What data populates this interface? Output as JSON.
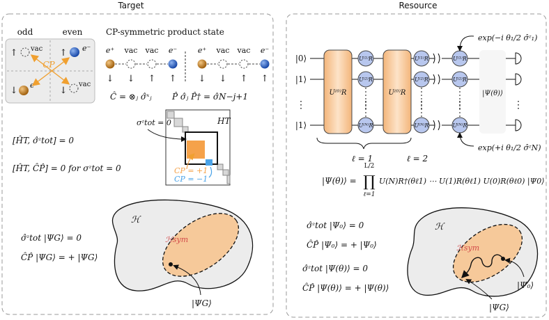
{
  "panels": {
    "target": {
      "title": "Target"
    },
    "resource": {
      "title": "Resource"
    }
  },
  "target": {
    "odd_label": "odd",
    "even_label": "even",
    "inset": {
      "up": "↑",
      "down": "↓",
      "vac": "vac",
      "electron": "e⁻",
      "positron": "e⁺",
      "cp": "CP"
    },
    "product_state_label": "CP-symmetric product state",
    "chain_particles": [
      "e⁺",
      "vac",
      "vac",
      "e⁻",
      "e⁺",
      "vac",
      "vac",
      "e⁻"
    ],
    "chain_spins": [
      "↓",
      "↓",
      "↑",
      "↑",
      "↓",
      "↓",
      "↑",
      "↑"
    ],
    "c_operator": "Ĉ = ⊗ⱼ σ̂ˣⱼ",
    "p_operator": "P̂ σ̂ⱼ P̂† = σ̂N−j+1",
    "comm_sz": "[ĤT, σ̂ᶻtot] = 0",
    "comm_cp": "[ĤT, ĈP̂] = 0  for  σᶻtot = 0",
    "matrix": {
      "label_sz": "σᶻtot = 0",
      "label_h": "HT",
      "cp_plus": "CP = +1",
      "cp_minus": "CP = −1",
      "color_plus": "#f5a24a",
      "color_minus": "#4aa3e8"
    },
    "hilbert": {
      "space": "ℋ",
      "sub": "ℋsym",
      "eq1": "σ̂ᶻtot |ΨG⟩ = 0",
      "eq2": "ĈP̂ |ΨG⟩ = + |ΨG⟩",
      "state": "|ΨG⟩"
    }
  },
  "resource": {
    "inputs": [
      "|0⟩",
      "|1⟩",
      "⋮",
      "|1⟩"
    ],
    "block_label": "U⁽⁰⁾R",
    "layer_labels": [
      "ℓ = 1",
      "ℓ = 2"
    ],
    "col1_gates": [
      "U⁽¹⁾R",
      "U⁽²⁾R",
      "⋮",
      "U⁽ᴺ⁾R"
    ],
    "col3_gates": [
      "U⁽¹⁾R",
      "U⁽²⁾R",
      "⋮",
      "U⁽ᴺ⁾R"
    ],
    "exp_top": "exp(−i θ₁/2 σ̂ᶻ₁)",
    "exp_bottom": "exp(+i θ₁/2 σ̂ᶻN)",
    "psi_theta": "|Ψ(θ)⟩",
    "formula": "|Ψ(θ)⟩ = ∏ℓ=1..L/2 U⁽ᴺ⁾R†(θℓ₁) ⋯ U⁽¹⁾R(θℓ₁) U⁽⁰⁾R(θℓ₀) |Ψ₀⟩",
    "formula_lhs": "|Ψ(θ)⟩ =",
    "formula_top": "L/2",
    "formula_bot": "ℓ=1",
    "formula_rhs": "U(N)R†(θℓ1) ⋯ U(1)R(θℓ1) U(0)R(θℓ0) |Ψ0⟩",
    "eqs": [
      "σ̂ᶻtot |Ψ₀⟩ = 0",
      "ĈP̂ |Ψ₀⟩ = + |Ψ₀⟩",
      "σ̂ᶻtot |Ψ(θ)⟩ = 0",
      "ĈP̂ |Ψ(θ)⟩ = + |Ψ(θ)⟩"
    ],
    "hilbert": {
      "space": "ℋ",
      "sub": "ℋsym",
      "psi0": "|Ψ₀⟩",
      "psig": "|ΨG⟩"
    }
  },
  "colors": {
    "orange_fill": "#f6c99a",
    "blue_gate": "#b8c7ee",
    "blue_ball": "#2a66c8",
    "orange_ball": "#c9801e",
    "cp_arrow": "#f0a030",
    "gray_fill": "#ececec"
  }
}
